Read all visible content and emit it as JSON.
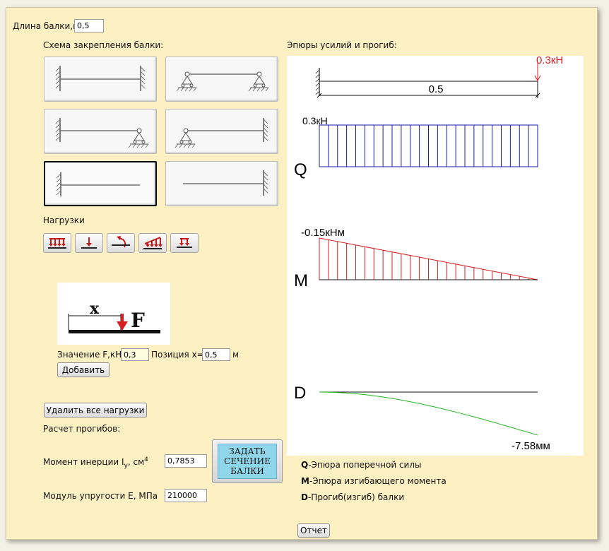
{
  "beam_length": {
    "label": "Длина балки,м",
    "value": "0,5"
  },
  "support": {
    "title": "Схема закрепления балки:",
    "schemes": [
      "fixed-both-ends",
      "pinned-both-ends",
      "fixed-left-pinned-right",
      "pinned-left-fixed-right",
      "cantilever-fixed-left",
      "cantilever-fixed-right"
    ],
    "selected": "cantilever-fixed-left"
  },
  "loads": {
    "title": "Нагрузки",
    "buttons": [
      "distributed-load-icon",
      "point-force-icon",
      "moment-icon",
      "triangular-load-icon",
      "partial-distributed-load-icon"
    ],
    "force_label": "Значение F,кН",
    "force_value": "0,3",
    "position_label": "Позиция x=",
    "position_value": "0,5",
    "position_unit": "м",
    "add_button": "Добавить",
    "remove_all_button": "Удалить все нагрузки",
    "preview_x_label": "x",
    "preview_f_label": "F"
  },
  "deflection": {
    "title": "Расчет прогибов:",
    "inertia_label_prefix": "Момент инерции I",
    "inertia_subscript": "y",
    "inertia_unit_prefix": ", см",
    "inertia_unit_sup": "4",
    "inertia_value": "0,7853",
    "modulus_label": "Модуль упругости E, МПа",
    "modulus_value": "210000",
    "section_button_lines": [
      "ЗАДАТЬ",
      "СЕЧЕНИЕ",
      "БАЛКИ"
    ]
  },
  "diagrams": {
    "title": "Эпюры усилий и прогиб:",
    "beam_length_label": "0.5",
    "load_label": "0.3кН",
    "q_label": "0.3кН",
    "m_label": "-0.15кНм",
    "d_label": "-7.58мм",
    "q_letter": "Q",
    "m_letter": "M",
    "d_letter": "D",
    "q_value": 0.3,
    "m_value": -0.15,
    "d_value": -7.58,
    "colors": {
      "q": "#1a1aa8",
      "m": "#d42020",
      "d": "#22b522",
      "load": "#d42020"
    }
  },
  "legend": [
    {
      "key": "Q",
      "text": "-Эпюра поперечной силы"
    },
    {
      "key": "M",
      "text": "-Эпюра изгибающего момента"
    },
    {
      "key": "D",
      "text": "-Прогиб(изгиб) балки"
    }
  ],
  "report_button": "Отчет"
}
